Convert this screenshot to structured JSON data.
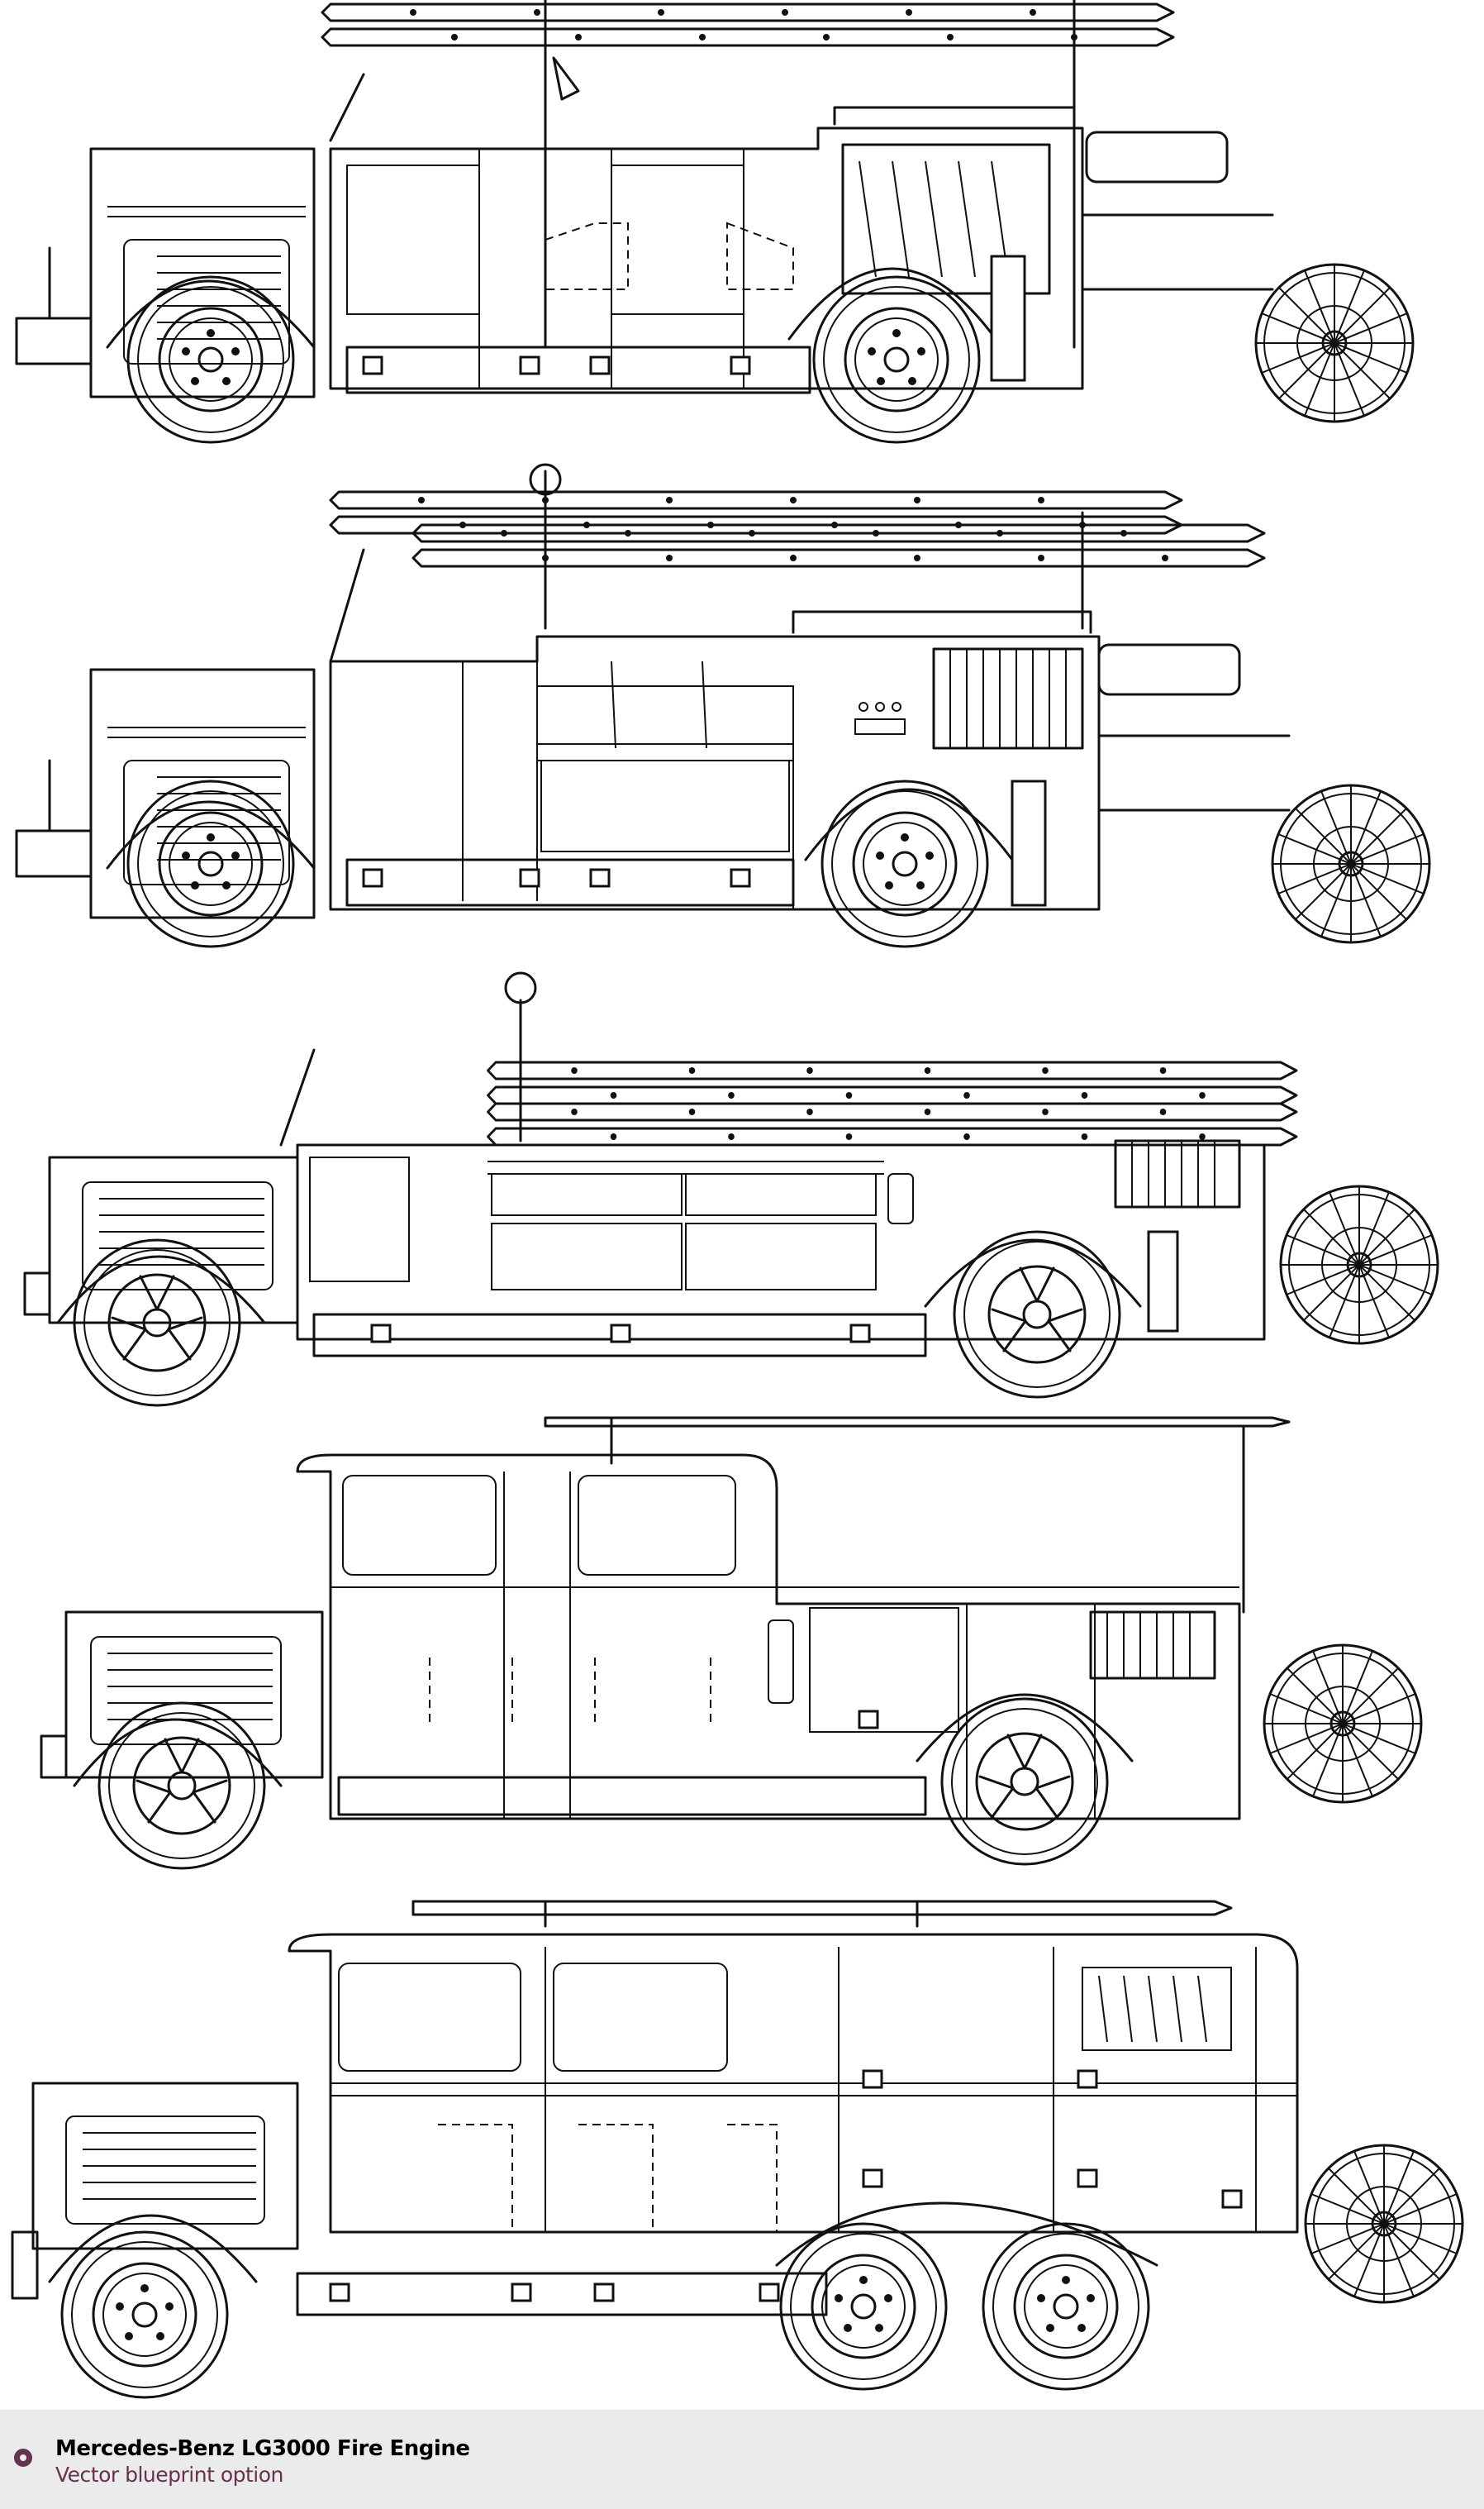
{
  "caption": {
    "title": "Mercedes-Benz LG3000 Fire Engine",
    "subtitle": "Vector blueprint option",
    "icon": "circle-ring-icon",
    "accent_color": "#66334f",
    "background_color": "#ebebeb"
  },
  "drawing": {
    "subject": "Mercedes-Benz LG3000 Fire Engine",
    "variants": [
      {
        "name": "ladder-pump-open-cab-1",
        "axles": 2
      },
      {
        "name": "ladder-pump-open-cab-2",
        "axles": 2
      },
      {
        "name": "long-ladder-truck",
        "axles": 2
      },
      {
        "name": "closed-cab-truck",
        "axles": 2
      },
      {
        "name": "closed-cab-six-wheeler",
        "axles": 3
      }
    ],
    "line_color": "#111111"
  }
}
